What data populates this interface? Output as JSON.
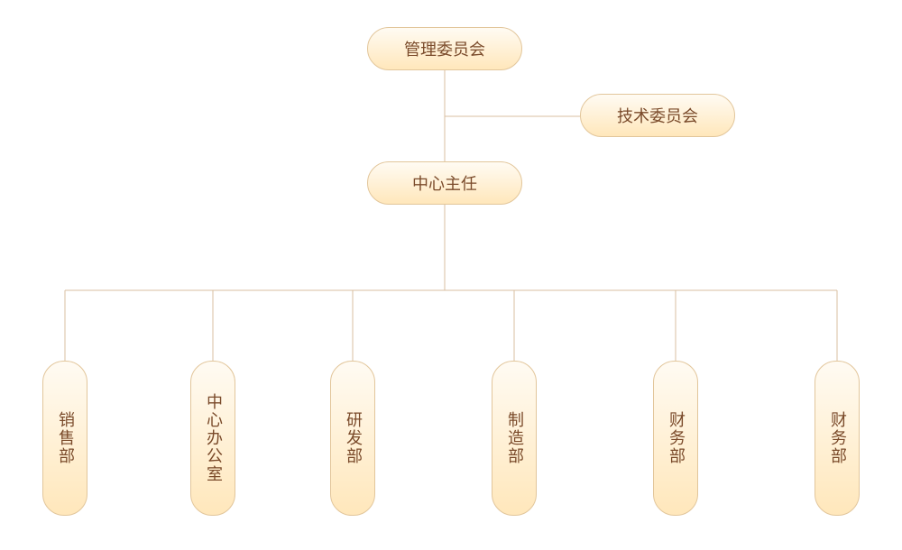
{
  "nodes": {
    "management": "管理委员会",
    "tech_committee": "技术委员会",
    "director": "中心主任"
  },
  "departments": [
    "销售部",
    "中心办公室",
    "研发部",
    "制造部",
    "财务部",
    "财务部"
  ],
  "colors": {
    "line": "#d9bfa0",
    "border": "#e2c69b",
    "text": "#7a4a2a"
  }
}
